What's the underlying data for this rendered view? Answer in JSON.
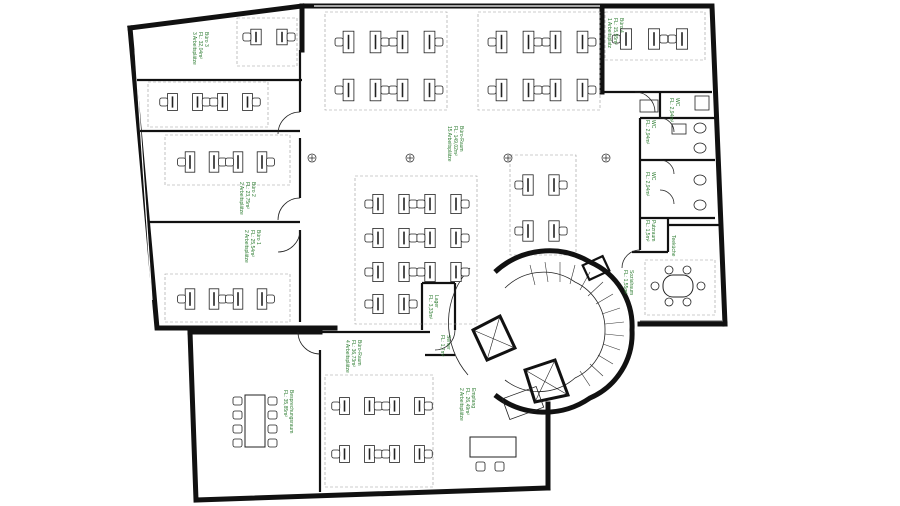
{
  "rooms": [
    {
      "id": "buero3",
      "lines": [
        "Büro 3",
        "FL: 32,04m²",
        "3 Arbeitsplätze"
      ]
    },
    {
      "id": "buero2",
      "lines": [
        "Büro 2",
        "FL: 23,75m²",
        "2 Arbeitsplätze"
      ]
    },
    {
      "id": "buero1",
      "lines": [
        "Büro 1",
        "FL: 25,54m²",
        "2 Arbeitsplätze"
      ]
    },
    {
      "id": "buero_raum_main",
      "lines": [
        "Büro-Raum",
        "FL: 149,02m²",
        "15 Arbeitsplätze"
      ]
    },
    {
      "id": "buero4",
      "lines": [
        "Büro 4",
        "FL: 15,55m²",
        "1 Arbeitsplatz"
      ]
    },
    {
      "id": "wc1",
      "lines": [
        "WC",
        "FL: 2,94m²"
      ]
    },
    {
      "id": "wc2",
      "lines": [
        "WC",
        "FL: 2,94m²"
      ]
    },
    {
      "id": "wc3",
      "lines": [
        "WC",
        "FL: 2,94m²"
      ]
    },
    {
      "id": "putzraum",
      "lines": [
        "Putzraum",
        "FL: 1,5m²"
      ]
    },
    {
      "id": "teekueche",
      "lines": [
        "Teeküche"
      ]
    },
    {
      "id": "lager",
      "lines": [
        "Lager",
        "FL: 3,33m²"
      ]
    },
    {
      "id": "server",
      "lines": [
        "Server",
        "FL: 1,7m²"
      ]
    },
    {
      "id": "besprechung",
      "lines": [
        "Besprechungsraum",
        "FL: 35,85m²"
      ]
    },
    {
      "id": "buero_raum_lower",
      "lines": [
        "Büro-Raum",
        "FL: 36,73m²",
        "4 Arbeitsplätze"
      ]
    },
    {
      "id": "empfang",
      "lines": [
        "Empfang",
        "FL: 26,49m²",
        "2 Arbeitsplätze"
      ]
    },
    {
      "id": "sozialraum",
      "lines": [
        "Sozialraum",
        "FL: 1,55m²"
      ]
    }
  ],
  "colors": {
    "wall": "#111111",
    "label": "#2e7d32",
    "furniture": "#222222",
    "dashed": "#9a9a9a"
  }
}
